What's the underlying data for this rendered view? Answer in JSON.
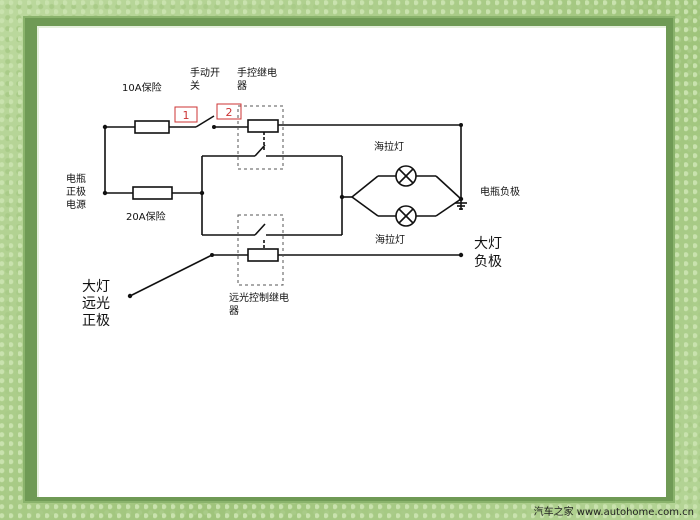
{
  "labels": {
    "fuse_10a": "10A保险",
    "manual_switch_l1": "手动开",
    "manual_switch_l2": "关",
    "manual_relay_l1": "手控继电",
    "manual_relay_l2": "器",
    "marker_1": "1",
    "marker_2": "2",
    "battery_pos_l1": "电瓶",
    "battery_pos_l2": "正极",
    "battery_pos_l3": "电源",
    "fuse_20a": "20A保险",
    "halogen_top": "海拉灯",
    "halogen_bottom": "海拉灯",
    "battery_neg": "电瓶负极",
    "headlight_neg_l1": "大灯",
    "headlight_neg_l2": "负极",
    "headlight_high_l1": "大灯",
    "headlight_high_l2": "远光",
    "headlight_high_l3": "正极",
    "high_beam_relay_l1": "远光控制继电",
    "high_beam_relay_l2": "器"
  },
  "watermark": "汽车之家 www.autohome.com.cn",
  "colors": {
    "line": "#111111",
    "marker": "#cc3333",
    "dashed_box": "#555555"
  }
}
